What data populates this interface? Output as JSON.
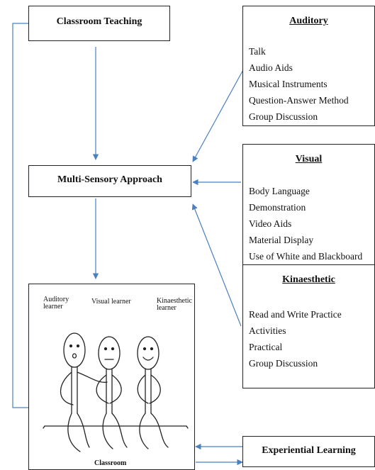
{
  "boxes": {
    "classroom_teaching": "Classroom Teaching",
    "multi_sensory": "Multi-Sensory Approach",
    "experiential": "Experiential Learning"
  },
  "auditory": {
    "title": "Auditory",
    "items": [
      "Talk",
      "Audio Aids",
      "Musical Instruments",
      "Question-Answer Method",
      "Group Discussion"
    ]
  },
  "visual": {
    "title": "Visual",
    "items": [
      "Body Language",
      "Demonstration",
      "Video Aids",
      "Material Display",
      "Use of White and Blackboard"
    ]
  },
  "kinaesthetic": {
    "title": "Kinaesthetic",
    "items": [
      "Read and Write Practice",
      "Activities",
      "Practical",
      "Group Discussion"
    ]
  },
  "drawing": {
    "labels": {
      "auditory_learner": "Auditory learner",
      "visual_learner": "Visual learner",
      "kinaesthetic_learner": "Kinaesthetic learner",
      "classroom": "Classroom"
    }
  },
  "colors": {
    "arrow": "#4a7fc0",
    "border": "#222222",
    "stroke": "#222222"
  }
}
